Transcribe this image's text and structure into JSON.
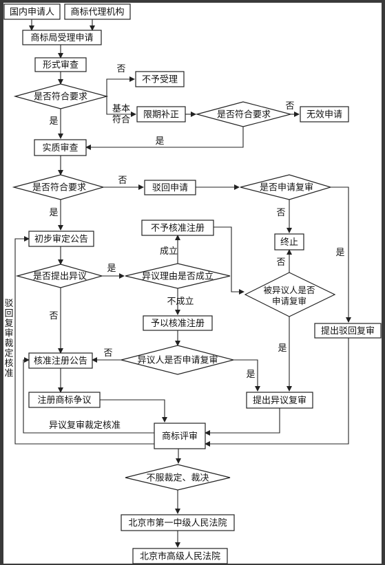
{
  "nodes": {
    "domestic_applicant": "国内申请人",
    "agency": "商标代理机构",
    "office_accept": "商标局受理申请",
    "formal_exam": "形式审查",
    "meets_req_1": "是否符合要求",
    "not_accepted": "不予受理",
    "correct_in_time": "限期补正",
    "meets_req_2": "是否符合要求",
    "invalid_application": "无效申请",
    "substantive_exam": "实质审查",
    "meets_req_3": "是否符合要求",
    "reject_application": "驳回申请",
    "apply_review_q": "是否申请复审",
    "not_approved_reg": "不予核准注册",
    "terminate": "终止",
    "prelim_announce": "初步审定公告",
    "opposition_q": "是否提出异议",
    "opposition_valid_q": "异议理由是否成立",
    "opposed_review_q": "被异议人是否申请复审",
    "approve_reg": "予以核准注册",
    "file_reject_review": "提出驳回复审",
    "reg_announce": "核准注册公告",
    "opponent_review_q": "异议人是否申请复审",
    "reg_dispute": "注册商标争议",
    "file_opposition_review": "提出异议复审",
    "trab": "商标评审",
    "disagree_ruling": "不服裁定、裁决",
    "beijing_first_court": "北京市第一中级人民法院",
    "beijing_high_court": "北京市高级人民法院"
  },
  "edge_labels": {
    "no_1": "否",
    "basically_meets": "基本符合",
    "yes_1": "是",
    "no_2": "否",
    "yes_2": "是",
    "no_3": "否",
    "yes_3": "是",
    "no_4": "否",
    "yes_4": "是",
    "established": "成立",
    "yes_5": "是",
    "no_5": "否",
    "not_established": "不成立",
    "no_6": "否",
    "yes_6": "是",
    "no_7": "否",
    "yes_7": "是",
    "reject_review_ruling_approve": "驳回复审裁定核准",
    "opposition_review_ruling_approve": "异议复审裁定核准"
  }
}
